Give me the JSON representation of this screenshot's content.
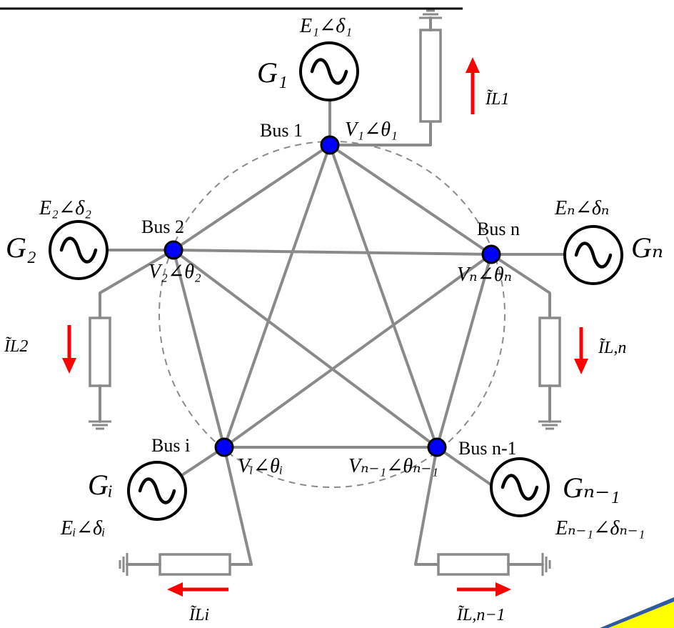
{
  "title": "",
  "buses": [
    {
      "id": "bus-1",
      "label": "Bus 1",
      "voltage": "V₁∠θ₁"
    },
    {
      "id": "bus-2",
      "label": "Bus 2",
      "voltage": "V₂∠θ₂"
    },
    {
      "id": "bus-n",
      "label": "Bus n",
      "voltage": "Vₙ∠θₙ"
    },
    {
      "id": "bus-i",
      "label": "Bus i",
      "voltage": "Vᵢ∠θᵢ"
    },
    {
      "id": "bus-n-1",
      "label": "Bus n-1",
      "voltage": "Vₙ₋₁∠θₙ₋₁"
    }
  ],
  "generators": [
    {
      "id": "gen-1",
      "name": "G₁",
      "emf": "E₁∠δ₁"
    },
    {
      "id": "gen-2",
      "name": "G₂",
      "emf": "E₂∠δ₂"
    },
    {
      "id": "gen-n",
      "name": "Gₙ",
      "emf": "Eₙ∠δₙ"
    },
    {
      "id": "gen-i",
      "name": "Gᵢ",
      "emf": "Eᵢ∠δᵢ"
    },
    {
      "id": "gen-n-1",
      "name": "Gₙ₋₁",
      "emf": "Eₙ₋₁∠δₙ₋₁"
    }
  ],
  "loads": [
    {
      "id": "load-1",
      "current": "ĨL1"
    },
    {
      "id": "load-2",
      "current": "ĨL2"
    },
    {
      "id": "load-n",
      "current": "ĨL,n"
    },
    {
      "id": "load-i",
      "current": "ĨLi"
    },
    {
      "id": "load-n-1",
      "current": "ĨL,n−1"
    }
  ],
  "colors": {
    "bus_fill": "#0000ff",
    "current_arrow": "#ff0000",
    "line": "#8a8a8a",
    "generator": "#000000",
    "corner_accent": "#ffff00",
    "corner_edge": "#2e5aa8"
  }
}
